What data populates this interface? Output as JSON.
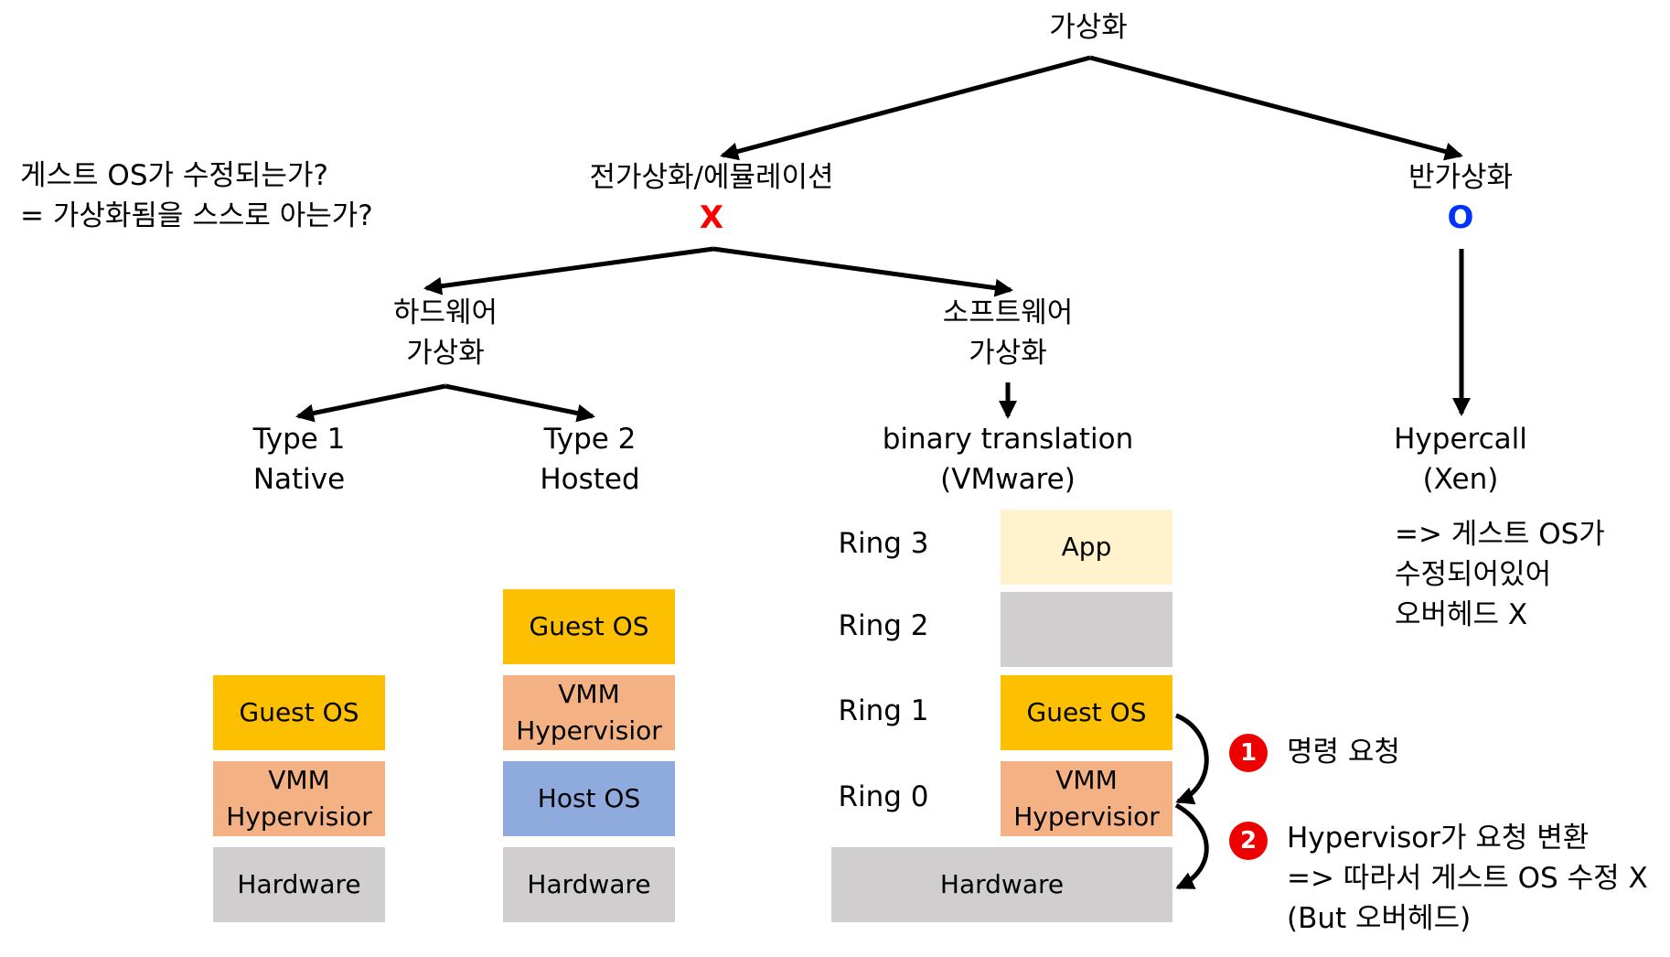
{
  "question": {
    "line1": "게스트 OS가 수정되는가?",
    "line2": "= 가상화됨을 스스로 아는가?"
  },
  "root": "가상화",
  "full": {
    "label": "전가상화/에뮬레이션",
    "mark": "X"
  },
  "para": {
    "label": "반가상화",
    "mark": "O"
  },
  "hw_virt": {
    "line1": "하드웨어",
    "line2": "가상화"
  },
  "sw_virt": {
    "line1": "소프트웨어",
    "line2": "가상화"
  },
  "type1": {
    "line1": "Type 1",
    "line2": "Native"
  },
  "type2": {
    "line1": "Type 2",
    "line2": "Hosted"
  },
  "binary": {
    "line1": "binary translation",
    "line2": "(VMware)"
  },
  "hypercall": {
    "line1": "Hypercall",
    "line2": "(Xen)"
  },
  "para_note": {
    "line1": "=> 게스트 OS가",
    "line2": "수정되어있어",
    "line3": "오버헤드 X"
  },
  "stack1": {
    "guest_os": "Guest OS",
    "vmm_line1": "VMM",
    "vmm_line2": "Hypervisior",
    "hardware": "Hardware"
  },
  "stack2": {
    "guest_os": "Guest OS",
    "vmm_line1": "VMM",
    "vmm_line2": "Hypervisior",
    "host_os": "Host OS",
    "hardware": "Hardware"
  },
  "rings": {
    "ring3": "Ring 3",
    "ring2": "Ring 2",
    "ring1": "Ring 1",
    "ring0": "Ring 0"
  },
  "stack3": {
    "app": "App",
    "guest_os": "Guest OS",
    "vmm_line1": "VMM",
    "vmm_line2": "Hypervisior",
    "hardware": "Hardware"
  },
  "step1": {
    "num": "1",
    "text": "명령 요청"
  },
  "step2": {
    "num": "2",
    "line1": "Hypervisor가 요청 변환",
    "line2": "=> 따라서 게스트 OS 수정 X",
    "line3": "(But 오버헤드)"
  },
  "colors": {
    "guest_os": "#fdc000",
    "vmm": "#f4b183",
    "host_os": "#8faadc",
    "hardware": "#d0cece",
    "app": "#fff2cc",
    "mark_x": "#ff0000",
    "mark_o": "#0033ff",
    "step_badge": "#ee0000"
  }
}
